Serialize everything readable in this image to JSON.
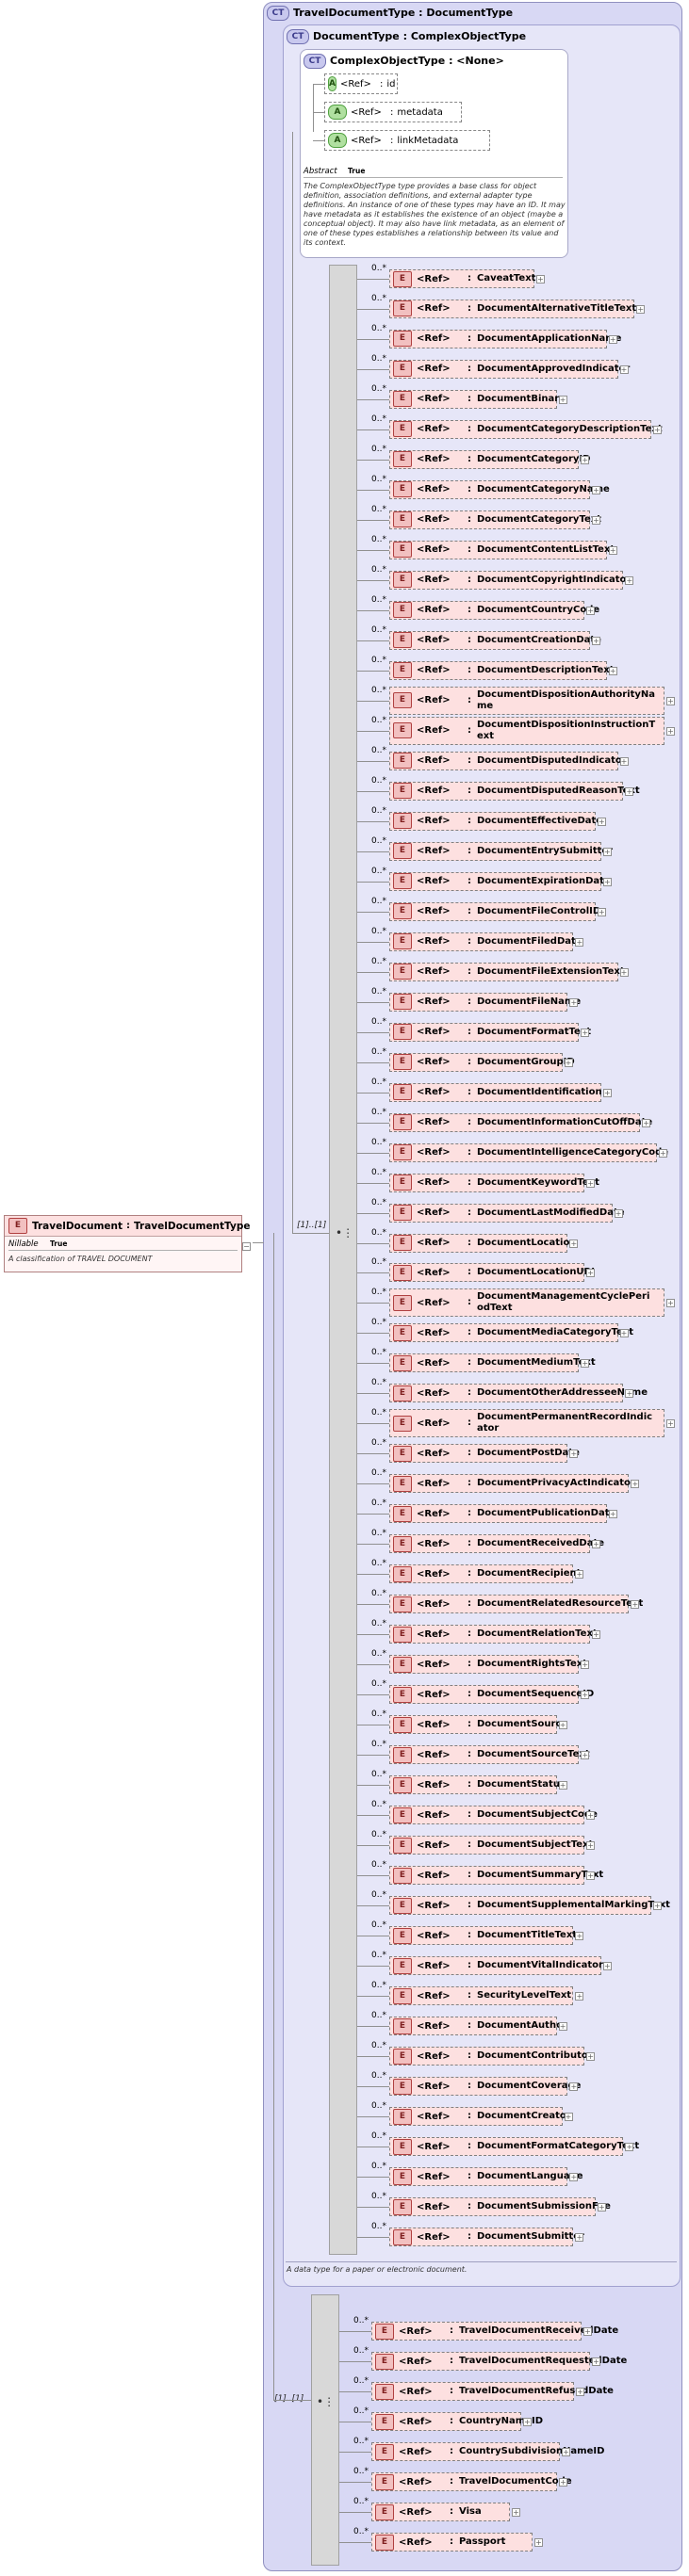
{
  "root": {
    "badge": "E",
    "name": "TravelDocument",
    "type": "TravelDocumentType",
    "prop_label": "Nillable",
    "prop_value": "True",
    "doc": "A classification of TRAVEL DOCUMENT"
  },
  "outer_type": {
    "badge": "CT",
    "name": "TravelDocumentType",
    "base": "DocumentType",
    "doc": "A data type for a paper or electronic document."
  },
  "middle_type": {
    "badge": "CT",
    "name": "DocumentType",
    "base": "ComplexObjectType"
  },
  "base_type": {
    "badge": "CT",
    "name": "ComplexObjectType",
    "base": "<None>",
    "attributes": [
      {
        "badge": "A",
        "ref": "<Ref>",
        "name": "id"
      },
      {
        "badge": "A",
        "ref": "<Ref>",
        "name": "metadata"
      },
      {
        "badge": "A",
        "ref": "<Ref>",
        "name": "linkMetadata"
      }
    ],
    "prop_label": "Abstract",
    "prop_value": "True",
    "doc": "The ComplexObjectType type provides a base class for object definition, association definitions, and external adapter type definitions. An instance of one of these types may have an ID. It may have metadata as it establishes the existence of an object (maybe a conceptual object). It may also have link metadata, as an element of one of these types establishes a relationship between its value and its context."
  },
  "sequence_cardinality": "[1]..[1]",
  "doc_elements_card": "0..*",
  "doc_elements": [
    {
      "badge": "E",
      "ref": "<Ref>",
      "name": "CaveatText",
      "two_line": false
    },
    {
      "badge": "E",
      "ref": "<Ref>",
      "name": "DocumentAlternativeTitleText",
      "two_line": false
    },
    {
      "badge": "E",
      "ref": "<Ref>",
      "name": "DocumentApplicationName",
      "two_line": false
    },
    {
      "badge": "E",
      "ref": "<Ref>",
      "name": "DocumentApprovedIndicator",
      "two_line": false
    },
    {
      "badge": "E",
      "ref": "<Ref>",
      "name": "DocumentBinary",
      "two_line": false
    },
    {
      "badge": "E",
      "ref": "<Ref>",
      "name": "DocumentCategoryDescriptionText",
      "two_line": false
    },
    {
      "badge": "E",
      "ref": "<Ref>",
      "name": "DocumentCategoryID",
      "two_line": false
    },
    {
      "badge": "E",
      "ref": "<Ref>",
      "name": "DocumentCategoryName",
      "two_line": false
    },
    {
      "badge": "E",
      "ref": "<Ref>",
      "name": "DocumentCategoryText",
      "two_line": false
    },
    {
      "badge": "E",
      "ref": "<Ref>",
      "name": "DocumentContentListText",
      "two_line": false
    },
    {
      "badge": "E",
      "ref": "<Ref>",
      "name": "DocumentCopyrightIndicator",
      "two_line": false
    },
    {
      "badge": "E",
      "ref": "<Ref>",
      "name": "DocumentCountryCode",
      "two_line": false
    },
    {
      "badge": "E",
      "ref": "<Ref>",
      "name": "DocumentCreationDate",
      "two_line": false
    },
    {
      "badge": "E",
      "ref": "<Ref>",
      "name": "DocumentDescriptionText",
      "two_line": false
    },
    {
      "badge": "E",
      "ref": "<Ref>",
      "name": "DocumentDispositionAuthorityName",
      "two_line": true
    },
    {
      "badge": "E",
      "ref": "<Ref>",
      "name": "DocumentDispositionInstructionText",
      "two_line": true
    },
    {
      "badge": "E",
      "ref": "<Ref>",
      "name": "DocumentDisputedIndicator",
      "two_line": false
    },
    {
      "badge": "E",
      "ref": "<Ref>",
      "name": "DocumentDisputedReasonText",
      "two_line": false
    },
    {
      "badge": "E",
      "ref": "<Ref>",
      "name": "DocumentEffectiveDate",
      "two_line": false
    },
    {
      "badge": "E",
      "ref": "<Ref>",
      "name": "DocumentEntrySubmitter",
      "two_line": false
    },
    {
      "badge": "E",
      "ref": "<Ref>",
      "name": "DocumentExpirationDate",
      "two_line": false
    },
    {
      "badge": "E",
      "ref": "<Ref>",
      "name": "DocumentFileControlID",
      "two_line": false
    },
    {
      "badge": "E",
      "ref": "<Ref>",
      "name": "DocumentFiledDate",
      "two_line": false
    },
    {
      "badge": "E",
      "ref": "<Ref>",
      "name": "DocumentFileExtensionText",
      "two_line": false
    },
    {
      "badge": "E",
      "ref": "<Ref>",
      "name": "DocumentFileName",
      "two_line": false
    },
    {
      "badge": "E",
      "ref": "<Ref>",
      "name": "DocumentFormatText",
      "two_line": false
    },
    {
      "badge": "E",
      "ref": "<Ref>",
      "name": "DocumentGroupID",
      "two_line": false
    },
    {
      "badge": "E",
      "ref": "<Ref>",
      "name": "DocumentIdentification",
      "two_line": false
    },
    {
      "badge": "E",
      "ref": "<Ref>",
      "name": "DocumentInformationCutOffDate",
      "two_line": false
    },
    {
      "badge": "E",
      "ref": "<Ref>",
      "name": "DocumentIntelligenceCategoryCode",
      "two_line": false
    },
    {
      "badge": "E",
      "ref": "<Ref>",
      "name": "DocumentKeywordText",
      "two_line": false
    },
    {
      "badge": "E",
      "ref": "<Ref>",
      "name": "DocumentLastModifiedDate",
      "two_line": false
    },
    {
      "badge": "E",
      "ref": "<Ref>",
      "name": "DocumentLocation",
      "two_line": false
    },
    {
      "badge": "E",
      "ref": "<Ref>",
      "name": "DocumentLocationURI",
      "two_line": false
    },
    {
      "badge": "E",
      "ref": "<Ref>",
      "name": "DocumentManagementCyclePeriodText",
      "two_line": true
    },
    {
      "badge": "E",
      "ref": "<Ref>",
      "name": "DocumentMediaCategoryText",
      "two_line": false
    },
    {
      "badge": "E",
      "ref": "<Ref>",
      "name": "DocumentMediumText",
      "two_line": false
    },
    {
      "badge": "E",
      "ref": "<Ref>",
      "name": "DocumentOtherAddresseeName",
      "two_line": false
    },
    {
      "badge": "E",
      "ref": "<Ref>",
      "name": "DocumentPermanentRecordIndicator",
      "two_line": true
    },
    {
      "badge": "E",
      "ref": "<Ref>",
      "name": "DocumentPostDate",
      "two_line": false
    },
    {
      "badge": "E",
      "ref": "<Ref>",
      "name": "DocumentPrivacyActIndicator",
      "two_line": false
    },
    {
      "badge": "E",
      "ref": "<Ref>",
      "name": "DocumentPublicationDate",
      "two_line": false
    },
    {
      "badge": "E",
      "ref": "<Ref>",
      "name": "DocumentReceivedDate",
      "two_line": false
    },
    {
      "badge": "E",
      "ref": "<Ref>",
      "name": "DocumentRecipient",
      "two_line": false
    },
    {
      "badge": "E",
      "ref": "<Ref>",
      "name": "DocumentRelatedResourceText",
      "two_line": false
    },
    {
      "badge": "E",
      "ref": "<Ref>",
      "name": "DocumentRelationText",
      "two_line": false
    },
    {
      "badge": "E",
      "ref": "<Ref>",
      "name": "DocumentRightsText",
      "two_line": false
    },
    {
      "badge": "E",
      "ref": "<Ref>",
      "name": "DocumentSequenceID",
      "two_line": false
    },
    {
      "badge": "E",
      "ref": "<Ref>",
      "name": "DocumentSource",
      "two_line": false
    },
    {
      "badge": "E",
      "ref": "<Ref>",
      "name": "DocumentSourceText",
      "two_line": false
    },
    {
      "badge": "E",
      "ref": "<Ref>",
      "name": "DocumentStatus",
      "two_line": false
    },
    {
      "badge": "E",
      "ref": "<Ref>",
      "name": "DocumentSubjectCode",
      "two_line": false
    },
    {
      "badge": "E",
      "ref": "<Ref>",
      "name": "DocumentSubjectText",
      "two_line": false
    },
    {
      "badge": "E",
      "ref": "<Ref>",
      "name": "DocumentSummaryText",
      "two_line": false
    },
    {
      "badge": "E",
      "ref": "<Ref>",
      "name": "DocumentSupplementalMarkingText",
      "two_line": false
    },
    {
      "badge": "E",
      "ref": "<Ref>",
      "name": "DocumentTitleText",
      "two_line": false
    },
    {
      "badge": "E",
      "ref": "<Ref>",
      "name": "DocumentVitalIndicator",
      "two_line": false
    },
    {
      "badge": "E",
      "ref": "<Ref>",
      "name": "SecurityLevelText",
      "two_line": false
    },
    {
      "badge": "E",
      "ref": "<Ref>",
      "name": "DocumentAuthor",
      "two_line": false
    },
    {
      "badge": "E",
      "ref": "<Ref>",
      "name": "DocumentContributor",
      "two_line": false
    },
    {
      "badge": "E",
      "ref": "<Ref>",
      "name": "DocumentCoverage",
      "two_line": false
    },
    {
      "badge": "E",
      "ref": "<Ref>",
      "name": "DocumentCreator",
      "two_line": false
    },
    {
      "badge": "E",
      "ref": "<Ref>",
      "name": "DocumentFormatCategoryText",
      "two_line": false
    },
    {
      "badge": "E",
      "ref": "<Ref>",
      "name": "DocumentLanguage",
      "two_line": false
    },
    {
      "badge": "E",
      "ref": "<Ref>",
      "name": "DocumentSubmissionFee",
      "two_line": false
    },
    {
      "badge": "E",
      "ref": "<Ref>",
      "name": "DocumentSubmitter",
      "two_line": false
    }
  ],
  "travel_elements_card": "0..*",
  "travel_elements": [
    {
      "badge": "E",
      "ref": "<Ref>",
      "name": "TravelDocumentReceivedDate"
    },
    {
      "badge": "E",
      "ref": "<Ref>",
      "name": "TravelDocumentRequestedDate"
    },
    {
      "badge": "E",
      "ref": "<Ref>",
      "name": "TravelDocumentRefusedDate"
    },
    {
      "badge": "E",
      "ref": "<Ref>",
      "name": "CountryNameID"
    },
    {
      "badge": "E",
      "ref": "<Ref>",
      "name": "CountrySubdivisionNameID"
    },
    {
      "badge": "E",
      "ref": "<Ref>",
      "name": "TravelDocumentCode"
    },
    {
      "badge": "E",
      "ref": "<Ref>",
      "name": "Visa"
    },
    {
      "badge": "E",
      "ref": "<Ref>",
      "name": "Passport"
    }
  ]
}
